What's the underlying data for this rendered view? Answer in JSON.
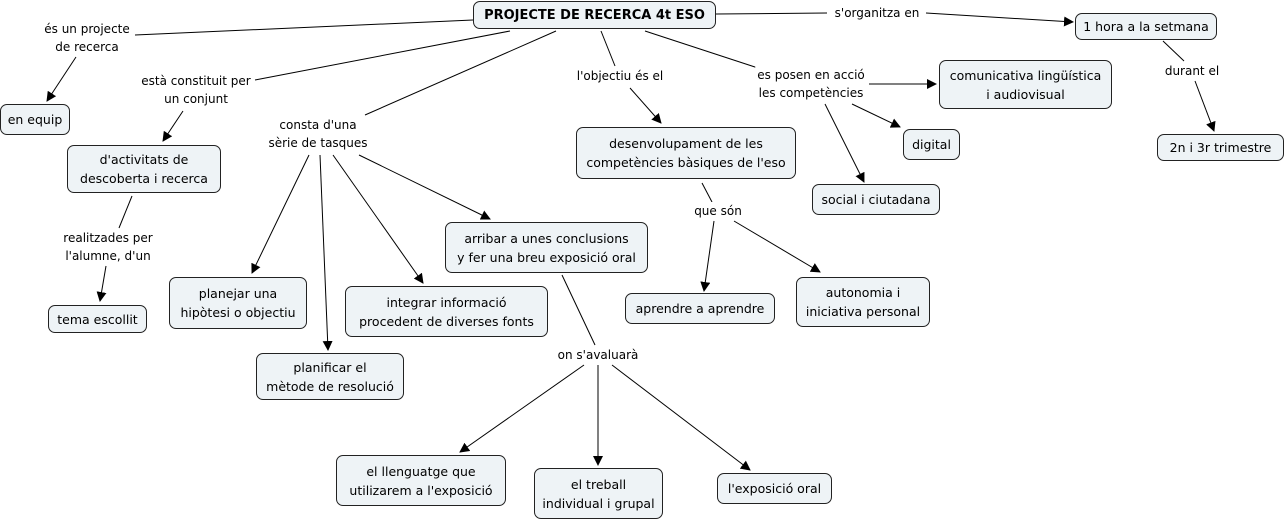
{
  "map": {
    "root": "PROJECTE DE RECERCA 4t ESO",
    "concepts": {
      "root": "PROJECTE DE RECERCA 4t ESO",
      "en_equip": "en equip",
      "activitats": "d'activitats de\ndescoberta i recerca",
      "tema": "tema escollit",
      "planejar": "planejar una\nhipòtesi o objectiu",
      "planificar": "planificar el\nmètode de resolució",
      "integrar": "integrar informació\nprocedent de diverses fonts",
      "arribar": "arribar a unes conclusions\ny fer una breu exposició oral",
      "llenguatge": "el llenguatge que\nutilizarem a l'exposició",
      "treball": "el treball\nindividual i grupal",
      "exposicio": "l'exposició oral",
      "desenvolupament": "desenvolupament de les\ncompetències bàsiques de l'eso",
      "aprendre": "aprendre a aprendre",
      "autonomia": "autonomia i\niniciativa personal",
      "comunicativa": "comunicativa lingüística\ni audiovisual",
      "digital": "digital",
      "social": "social i ciutadana",
      "hora": "1 hora a la setmana",
      "trimestre": "2n i 3r trimestre"
    },
    "linking_phrases": {
      "es_un_projecte": "és un projecte\nde recerca",
      "esta_constituit": "està constituit per\nun conjunt",
      "realitzades": "realitzades per\nl'alumne, d'un",
      "consta": "consta d'una\nsèrie de tasques",
      "on_savaluara": "on s'avaluarà",
      "objectiu": "l'objectiu és el",
      "que_son": "que són",
      "es_posen": "es posen en acció\nles competències",
      "sorganitza": "s'organitza en",
      "durant": "durant el"
    }
  }
}
